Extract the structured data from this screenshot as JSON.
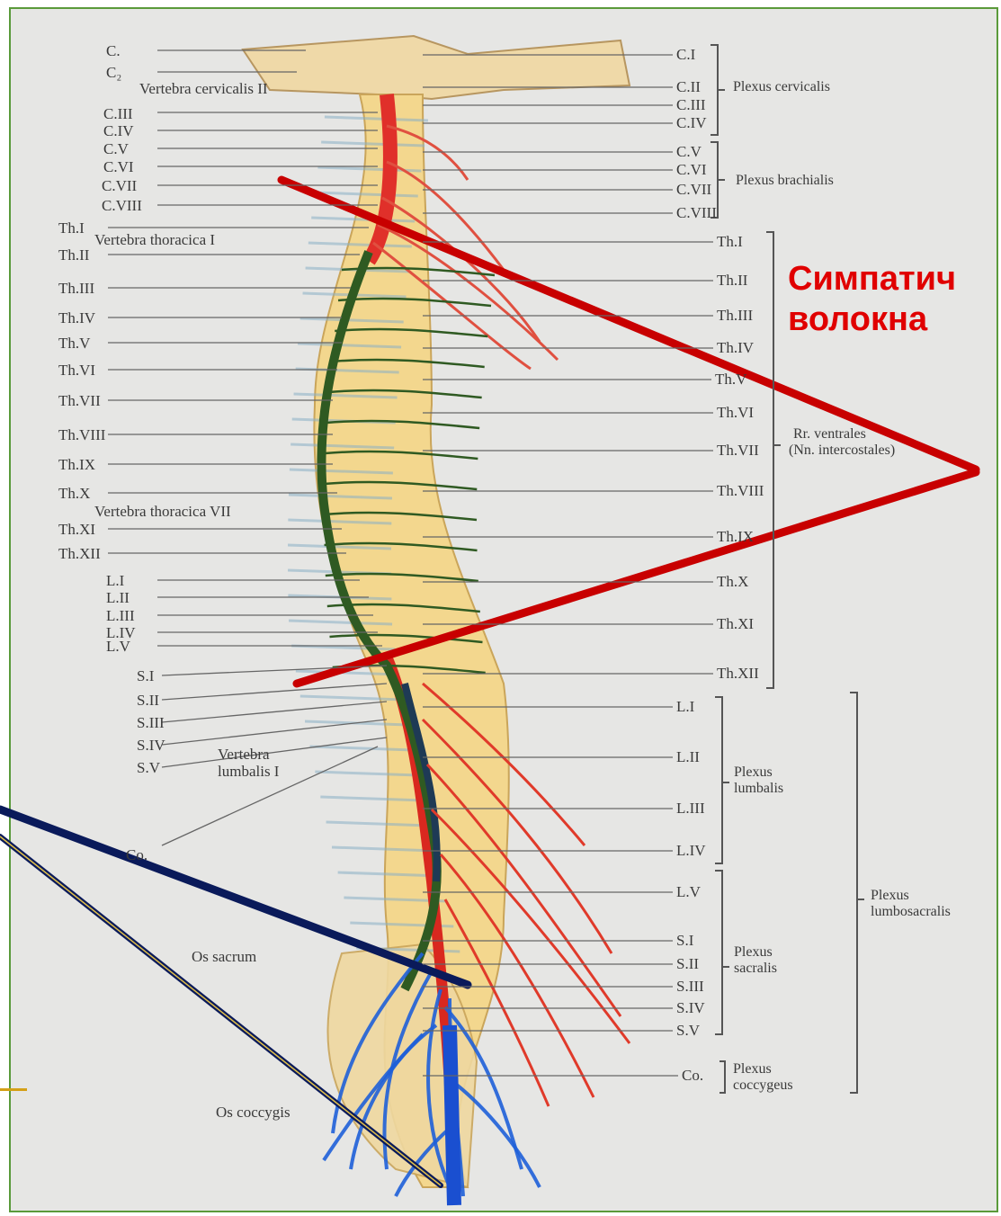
{
  "caption": {
    "line1": "Симпатич",
    "line2": "волокна"
  },
  "colors": {
    "pointer_red": "#c80000",
    "pointer_navy": "#0a1a5a",
    "caption_red": "#e00000",
    "frame_green": "#5a9a3a",
    "accent_gold": "#d4a017"
  },
  "left_labels": [
    "C.",
    "C₂",
    "Vertebra cervicalis II",
    "C.III",
    "C.IV",
    "C.V",
    "C.VI",
    "C.VII",
    "C.VIII",
    "Th.I",
    "Vertebra thoracica I",
    "Th.II",
    "Th.III",
    "Th.IV",
    "Th.V",
    "Th.VI",
    "Th.VII",
    "Th.VIII",
    "Th.IX",
    "Th.X",
    "Vertebra thoracica VII",
    "Th.XI",
    "Th.XII",
    "L.I",
    "L.II",
    "L.III",
    "L.IV",
    "L.V",
    "S.I",
    "S.II",
    "S.III",
    "S.IV",
    "S.V",
    "Vertebra lumbalis I",
    "Co.",
    "Os sacrum",
    "Os coccygis"
  ],
  "right_labels": [
    "C.I",
    "C.II",
    "C.III",
    "C.IV",
    "C.V",
    "C.VI",
    "C.VII",
    "C.VIII",
    "Th.I",
    "Th.II",
    "Th.III",
    "Th.IV",
    "Th.V",
    "Th.VI",
    "Th.VII",
    "Th.VIII",
    "Th.IX",
    "Th.X",
    "Th.XI",
    "Th.XII",
    "L.I",
    "L.II",
    "L.III",
    "L.IV",
    "L.V",
    "S.I",
    "S.II",
    "S.III",
    "S.IV",
    "S.V",
    "Co."
  ],
  "plexus_labels": {
    "cervicalis": "Plexus cervicalis",
    "brachialis": "Plexus brachialis",
    "rr_ventrales": "Rr. ventrales",
    "nn_intercostales": "(Nn. intercostales)",
    "lumbalis_1": "Plexus",
    "lumbalis_2": "lumbalis",
    "sacralis_1": "Plexus",
    "sacralis_2": "sacralis",
    "coccygeus_1": "Plexus",
    "coccygeus_2": "coccygeus",
    "lumbosacralis_1": "Plexus",
    "lumbosacralis_2": "lumbosacralis"
  }
}
